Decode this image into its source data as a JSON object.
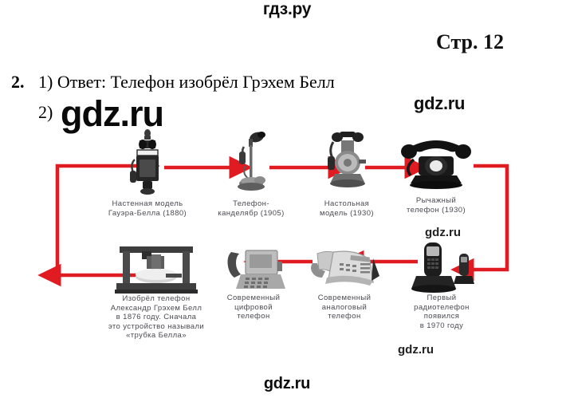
{
  "watermarks": {
    "top": "гдз.ру",
    "big_overlay": "gdz.ru",
    "mid_right": "gdz.ru",
    "diagram_right": "gdz.ru",
    "diagram_bottom": "gdz.ru",
    "bottom": "gdz.ru"
  },
  "header": {
    "page_label": "Стр. 12"
  },
  "task": {
    "number": "2.",
    "item1": "1) Ответ: Телефон изобрёл Грэхем Белл",
    "item2_number": "2)"
  },
  "colors": {
    "arrow_red": "#e01b22",
    "caption_gray": "#4a4a52",
    "text_black": "#000000"
  },
  "diagram": {
    "type": "flow-timeline",
    "nodes": [
      {
        "id": "bell-apparatus",
        "icon": "bell-telephone-apparatus-icon",
        "caption": "Изобрёл  телефон\nАлександр  Грэхем  Белл\nв  1876  году.  Сначала\nэто  устройство  называли\n«трубка  Белла»",
        "year": "1876"
      },
      {
        "id": "wall-model",
        "icon": "wall-telephone-icon",
        "caption": "Настенная  модель\nГауэра-Белла  (1880)",
        "year": "1880"
      },
      {
        "id": "candlestick",
        "icon": "candlestick-telephone-icon",
        "caption": "Телефон-\nканделябр  (1905)",
        "year": "1905"
      },
      {
        "id": "desk-model",
        "icon": "desk-telephone-icon",
        "caption": "Настольная\nмодель  (1930)",
        "year": "1930"
      },
      {
        "id": "lever-phone",
        "icon": "rotary-lever-telephone-icon",
        "caption": "Рычажный\nтелефон  (1930)",
        "year": "1930"
      },
      {
        "id": "first-radiophone",
        "icon": "cordless-phone-icon",
        "caption": "Первый\nрадиотелефон\nпоявился\nв  1970  году",
        "year": "1970"
      },
      {
        "id": "modern-analog",
        "icon": "analog-desk-phone-icon",
        "caption": "Современный\nаналоговый\nтелефон",
        "year": ""
      },
      {
        "id": "modern-digital",
        "icon": "digital-ip-phone-icon",
        "caption": "Современный\nцифровой\nтелефон",
        "year": ""
      }
    ],
    "flow_order": [
      "bell-apparatus",
      "wall-model",
      "candlestick",
      "desk-model",
      "lever-phone",
      "first-radiophone",
      "modern-analog",
      "modern-digital"
    ]
  }
}
